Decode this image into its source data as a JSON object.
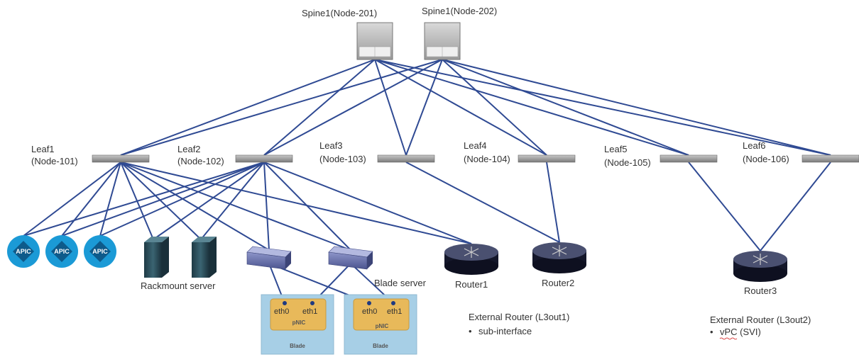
{
  "spines": [
    {
      "label": "Spine1(Node-201)"
    },
    {
      "label": "Spine1(Node-202)"
    }
  ],
  "leaves": [
    {
      "name": "Leaf1",
      "node": "(Node-101)"
    },
    {
      "name": "Leaf2",
      "node": "(Node-102)"
    },
    {
      "name": "Leaf3",
      "node": "(Node-103)"
    },
    {
      "name": "Leaf4",
      "node": "(Node-104)"
    },
    {
      "name": "Leaf5",
      "node": "(Node-105)"
    },
    {
      "name": "Leaf6",
      "node": "(Node-106)"
    }
  ],
  "apic_label": "APIC",
  "rackmount_label": "Rackmount server",
  "blade_server_label": "Blade server",
  "blades": [
    {
      "eth0": "eth0",
      "eth1": "eth1",
      "pnic": "pNIC",
      "label": "Blade"
    },
    {
      "eth0": "eth0",
      "eth1": "eth1",
      "pnic": "pNIC",
      "label": "Blade"
    }
  ],
  "routers": [
    {
      "label": "Router1"
    },
    {
      "label": "Router2"
    },
    {
      "label": "Router3"
    }
  ],
  "l3out1": {
    "title": "External Router (L3out1)",
    "bullet": "sub-interface"
  },
  "l3out2": {
    "title": "External Router (L3out2)",
    "bullet": "vPC (SVI)"
  },
  "colors": {
    "link": "#2f4a93",
    "apic": "#1b9ad6",
    "blade_bg": "#a7cfe6",
    "pnic": "#e8b95a"
  }
}
